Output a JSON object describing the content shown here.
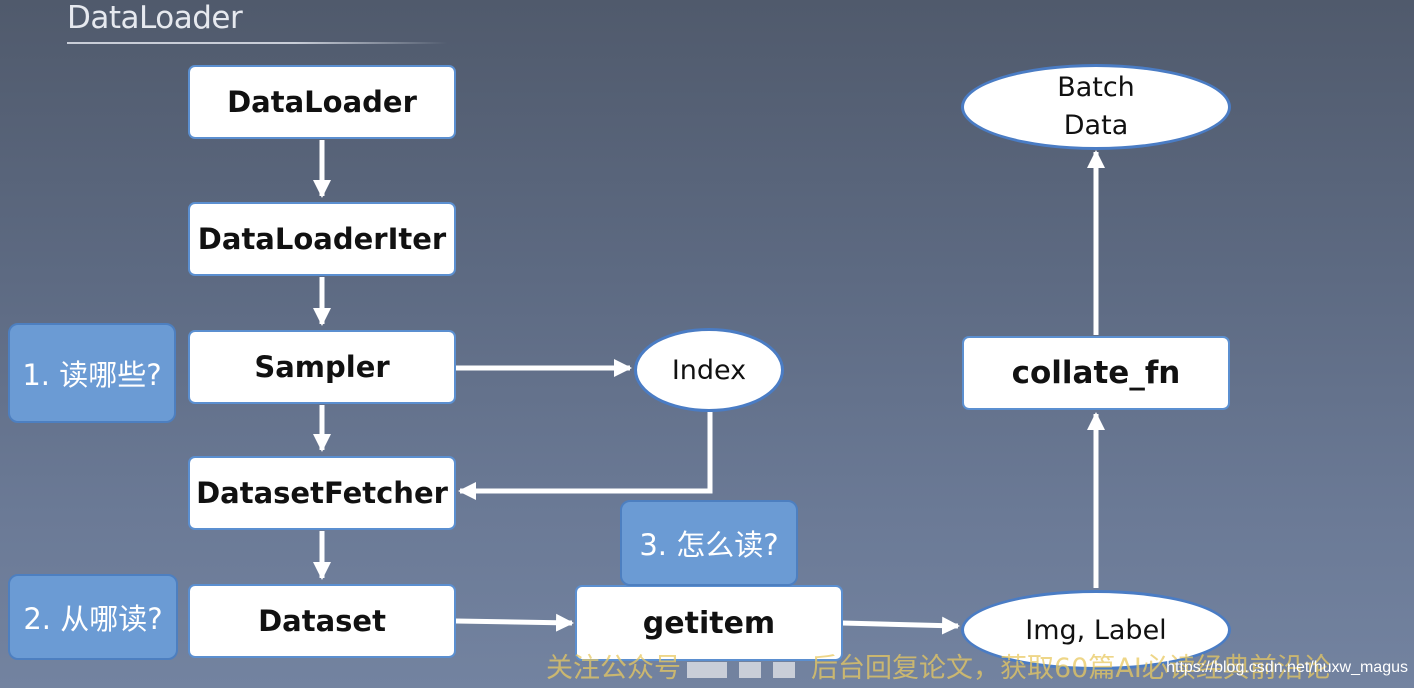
{
  "title": "DataLoader",
  "nodes": {
    "dataloader": "DataLoader",
    "dataloaderiter": "DataLoaderIter",
    "sampler": "Sampler",
    "datasetfetcher": "DatasetFetcher",
    "dataset": "Dataset",
    "index": "Index",
    "getitem": "getitem",
    "img_label": "Img, Label",
    "collate_fn": "collate_fn",
    "batch_data_line1": "Batch",
    "batch_data_line2": "Data"
  },
  "notes": {
    "read_which": "1. 读哪些?",
    "read_from": "2. 从哪读?",
    "how_read": "3. 怎么读?"
  },
  "watermark": {
    "left_text": "关注公众号",
    "right_text": "后台回复论文，获取60篇AI必读经典前沿论",
    "url": "https://blog.csdn.net/huxw_magus"
  },
  "colors": {
    "box_border": "#5b8fd0",
    "note_fill": "#6b9bd4",
    "arrow": "#ffffff"
  }
}
